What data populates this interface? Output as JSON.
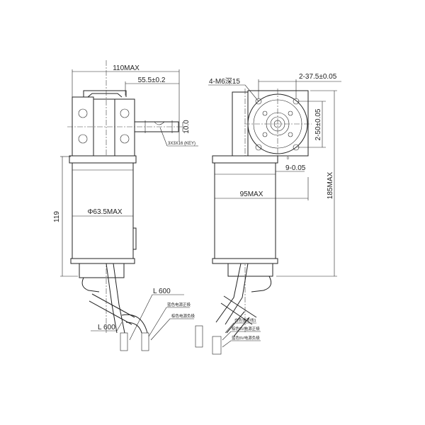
{
  "front_view": {
    "overall_width": "110MAX",
    "shaft_offset": "55.5±0.2",
    "shaft_diameter": "10.0",
    "key": "3X3X16 (KEY)",
    "body_height": "119",
    "body_diameter": "Φ63.5MAX",
    "cable_length_1": "L 600",
    "cable_length_2": "L 600",
    "wire_labels": [
      "蓝色电源正极",
      "棕色电源负极"
    ]
  },
  "side_view": {
    "mount_holes": "4-M6深15",
    "hole_spacing_h": "2-37.5±0.05",
    "hole_spacing_v": "2-50±0.05",
    "key_width": "9-0.05",
    "key_width_upper": "0",
    "body_depth": "95MAX",
    "overall_height": "185MAX",
    "wire_labels": [
      "白色信号线1",
      "棕色5V电源正极",
      "蓝色5V电源负极"
    ]
  }
}
